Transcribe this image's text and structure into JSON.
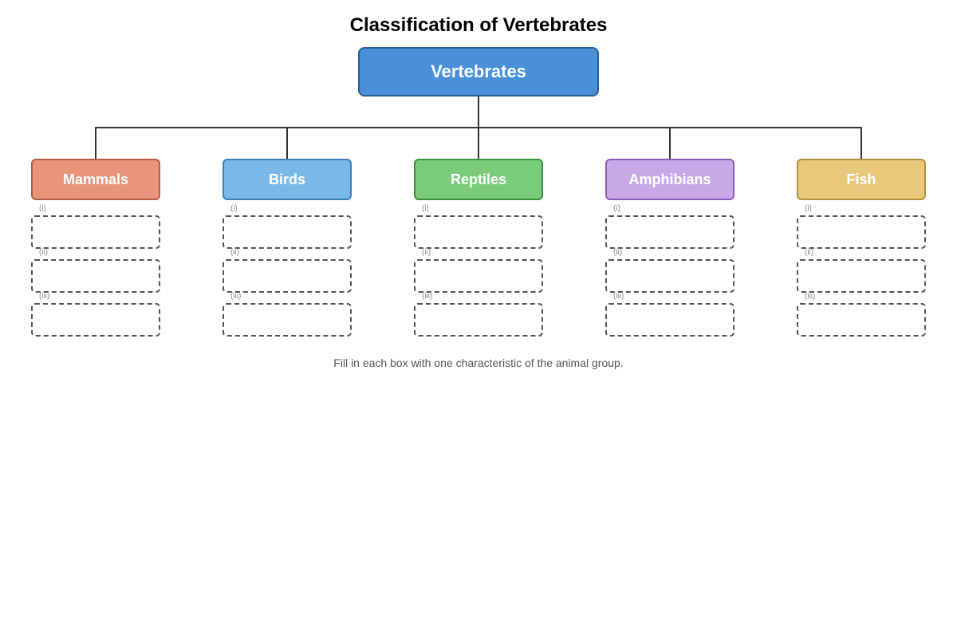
{
  "title": "Classification of Vertebrates",
  "root": {
    "label": "Vertebrates",
    "fill": "#4a90d9",
    "border": "#2a5f94"
  },
  "groups": [
    {
      "label": "Mammals",
      "fill": "#e8957a",
      "border": "#b35e45",
      "slots": [
        "(i)",
        "(ii)",
        "(iii)"
      ]
    },
    {
      "label": "Birds",
      "fill": "#7ab8e8",
      "border": "#3f7fb3",
      "slots": [
        "(i)",
        "(ii)",
        "(iii)"
      ]
    },
    {
      "label": "Reptiles",
      "fill": "#7acc7a",
      "border": "#3e8f3e",
      "slots": [
        "(i)",
        "(ii)",
        "(iii)"
      ]
    },
    {
      "label": "Amphibians",
      "fill": "#c9a8e8",
      "border": "#8a5cb3",
      "slots": [
        "(i)",
        "(ii)",
        "(iii)"
      ]
    },
    {
      "label": "Fish",
      "fill": "#e8c87a",
      "border": "#b3903f",
      "slots": [
        "(i)",
        "(ii)",
        "(iii)"
      ]
    }
  ],
  "footnote": "Fill in each box with one characteristic of the animal group.",
  "line_color": "#333333"
}
